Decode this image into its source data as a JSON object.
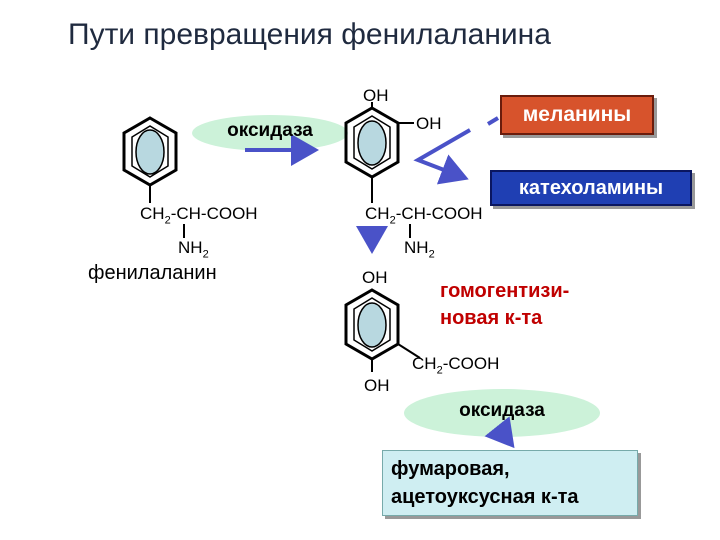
{
  "title": "Пути превращения фенилаланина",
  "colors": {
    "title": "#1f2a3f",
    "ellipse_fill": "#ccf2d9",
    "ring_fill": "#b8d8e0",
    "arrow": "#4a52c8",
    "melanins_box": "#d7532c",
    "catecholamines_box": "#1f3fb3",
    "fumarate_box": "#cfeef2",
    "label_red": "#c00000"
  },
  "labels": {
    "oxidase_1": "оксидаза",
    "oxidase_2": "оксидаза",
    "phenylalanine": "фенилаланин",
    "melanins": "меланины",
    "catecholamines": "катехоламины",
    "homogentisic_line1": "гомогентизи-",
    "homogentisic_line2": "новая к-та",
    "fumarate_line1": "фумаровая,",
    "fumarate_line2": "ацетоуксусная к-та"
  },
  "formulas": {
    "ch2": "CH",
    "sub2": "2",
    "chain_tail": "-CH-COOH",
    "nh": "NH",
    "oh": "OH",
    "acetic_tail": "-COOH"
  },
  "icons": [
    "benzene-ring-icon",
    "arrow-icon"
  ]
}
